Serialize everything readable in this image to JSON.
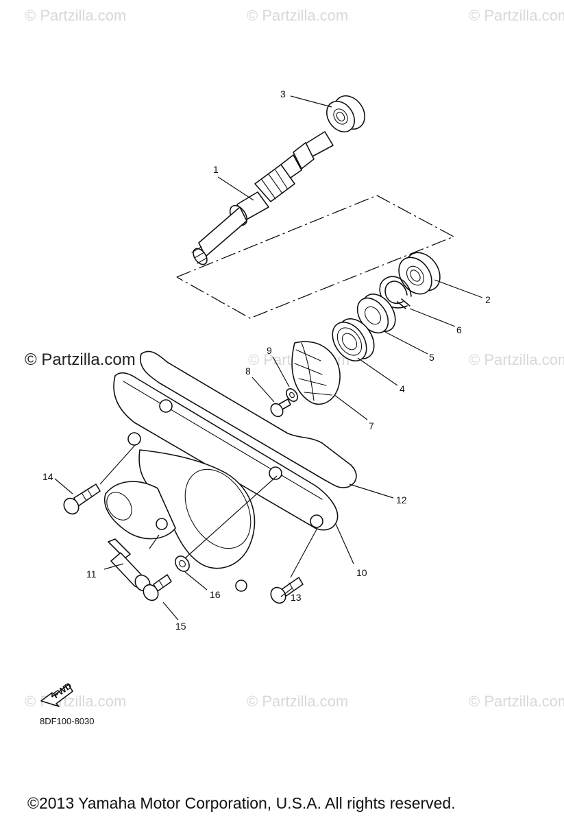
{
  "watermarks": {
    "light": "© Partzilla.com",
    "dark": "© Partzilla.com"
  },
  "callouts": {
    "c1": "1",
    "c2": "2",
    "c3": "3",
    "c4": "4",
    "c5": "5",
    "c6": "6",
    "c7": "7",
    "c8": "8",
    "c9": "9",
    "c10": "10",
    "c11": "11",
    "c12": "12",
    "c13": "13",
    "c14": "14",
    "c15": "15",
    "c16": "16"
  },
  "fwd_label": "FWD",
  "diagram_code": "8DF100-8030",
  "copyright": "©2013  Yamaha Motor Corporation, U.S.A. All rights reserved."
}
